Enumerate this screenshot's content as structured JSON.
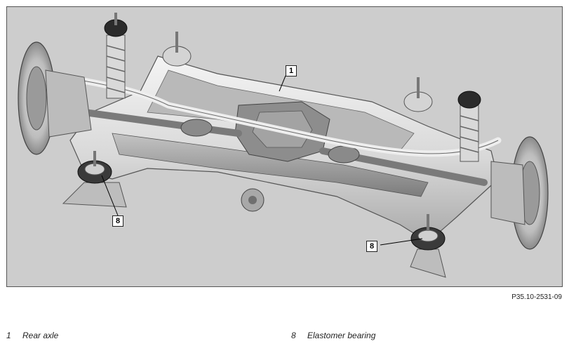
{
  "figure": {
    "callouts": [
      {
        "id": "callout-rear-axle",
        "number": "1"
      },
      {
        "id": "callout-elastomer-bearing-left",
        "number": "8"
      },
      {
        "id": "callout-elastomer-bearing-right",
        "number": "8"
      }
    ],
    "reference_code": "P35.10-2531-09"
  },
  "legend": [
    {
      "number": "1",
      "label": "Rear axle"
    },
    {
      "number": "8",
      "label": "Elastomer bearing"
    }
  ]
}
